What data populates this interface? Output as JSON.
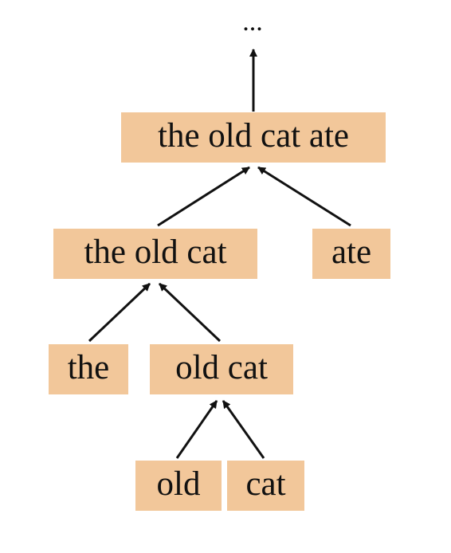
{
  "diagram": {
    "top_ellipsis": "...",
    "colors": {
      "box_fill": "#f2c79a",
      "arrow": "#111111",
      "text": "#111111"
    },
    "nodes": {
      "root": {
        "label": "the old cat ate"
      },
      "the_old_cat": {
        "label": "the old cat"
      },
      "ate": {
        "label": "ate"
      },
      "the": {
        "label": "the"
      },
      "old_cat": {
        "label": "old cat"
      },
      "old": {
        "label": "old"
      },
      "cat": {
        "label": "cat"
      }
    },
    "edges": [
      {
        "from": "root",
        "to": "ellipsis"
      },
      {
        "from": "the_old_cat",
        "to": "root"
      },
      {
        "from": "ate",
        "to": "root"
      },
      {
        "from": "the",
        "to": "the_old_cat"
      },
      {
        "from": "old_cat",
        "to": "the_old_cat"
      },
      {
        "from": "old",
        "to": "old_cat"
      },
      {
        "from": "cat",
        "to": "old_cat"
      }
    ]
  }
}
